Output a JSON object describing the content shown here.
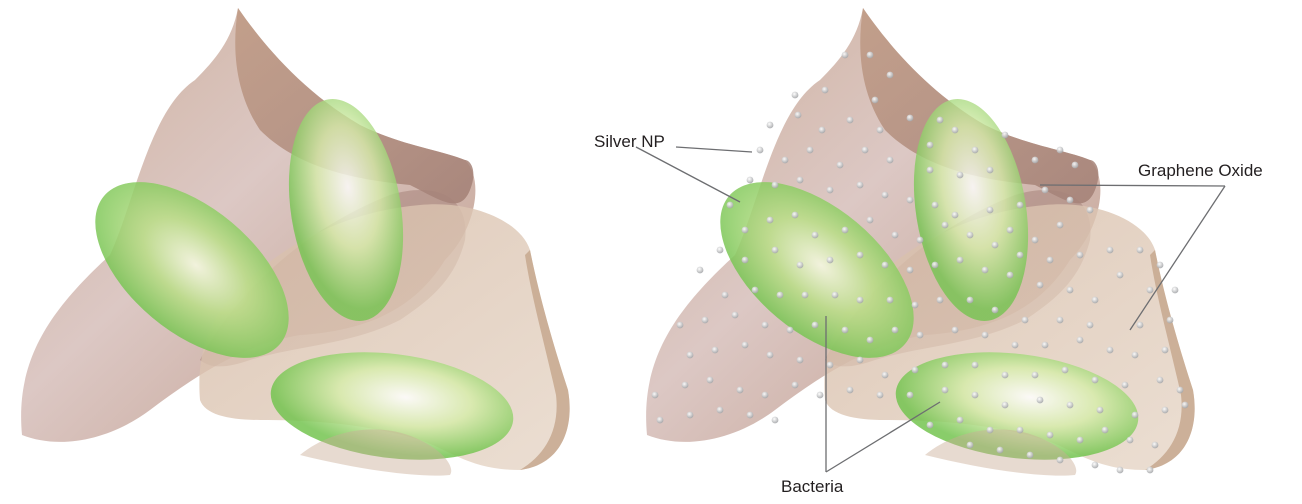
{
  "labels": {
    "silver_np": "Silver NP",
    "graphene_oxide": "Graphene Oxide",
    "bacteria": "Bacteria"
  },
  "colors": {
    "sheet_dark": "#b8957c",
    "sheet_mid": "#c7a58f",
    "sheet_light": "#e2cfbd",
    "sheet_pink": "#d9c0bd",
    "bacteria_green": "#6cc04a",
    "bacteria_light": "#f4f9dc",
    "nanoparticle": "#c7c8ca",
    "leader_line": "#6d6e71",
    "text": "#231f20"
  }
}
